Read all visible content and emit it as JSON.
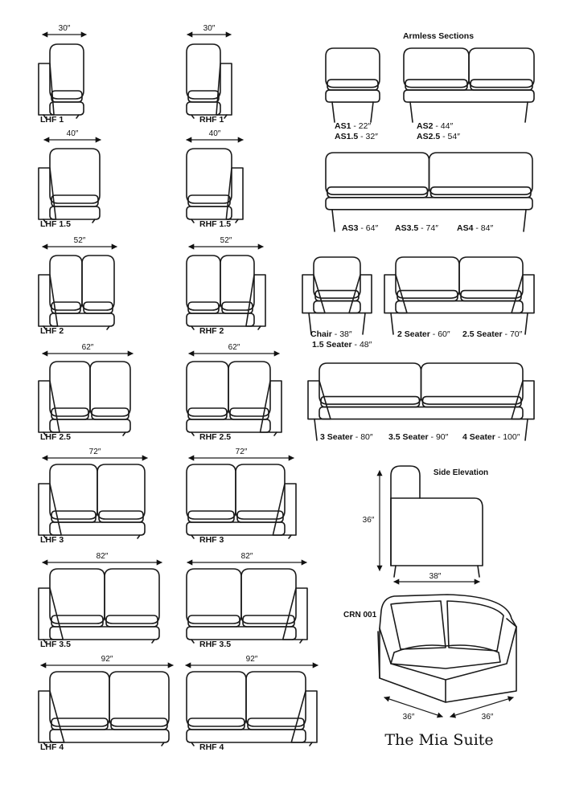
{
  "armless_heading": "Armless Sections",
  "side_elevation_heading": "Side Elevation",
  "suite_title": "The Mia Suite",
  "left_units": [
    {
      "code": "LHF 1",
      "width": "30″"
    },
    {
      "code": "LHF 1.5",
      "width": "40″"
    },
    {
      "code": "LHF 2",
      "width": "52″"
    },
    {
      "code": "LHF 2.5",
      "width": "62″"
    },
    {
      "code": "LHF 3",
      "width": "72″"
    },
    {
      "code": "LHF 3.5",
      "width": "82″"
    },
    {
      "code": "LHF 4",
      "width": "92″"
    }
  ],
  "right_units": [
    {
      "code": "RHF 1",
      "width": "30″"
    },
    {
      "code": "RHF 1.5",
      "width": "40″"
    },
    {
      "code": "RHF 2",
      "width": "52″"
    },
    {
      "code": "RHF 2.5",
      "width": "62″"
    },
    {
      "code": "RHF 3",
      "width": "72″"
    },
    {
      "code": "RHF 3.5",
      "width": "82″"
    },
    {
      "code": "RHF 4",
      "width": "92″"
    }
  ],
  "armless": {
    "as1": {
      "code": "AS1",
      "size": "22″"
    },
    "as15": {
      "code": "AS1.5",
      "size": "32″"
    },
    "as2": {
      "code": "AS2",
      "size": "44″"
    },
    "as25": {
      "code": "AS2.5",
      "size": "54″"
    },
    "as3": {
      "code": "AS3",
      "size": "64″"
    },
    "as35": {
      "code": "AS3.5",
      "size": "74″"
    },
    "as4": {
      "code": "AS4",
      "size": "84″"
    }
  },
  "seaters": {
    "chair": {
      "code": "Chair",
      "size": "38″"
    },
    "chair15": {
      "code": "1.5 Seater",
      "size": "48″"
    },
    "s2": {
      "code": "2 Seater",
      "size": "60″"
    },
    "s25": {
      "code": "2.5 Seater",
      "size": "70″"
    },
    "s3": {
      "code": "3 Seater",
      "size": "80″"
    },
    "s35": {
      "code": "3.5 Seater",
      "size": "90″"
    },
    "s4": {
      "code": "4 Seater",
      "size": "100″"
    }
  },
  "elevation": {
    "height": "36″",
    "depth": "38″"
  },
  "corner": {
    "code": "CRN 001",
    "side_a": "36″",
    "side_b": "36″"
  },
  "dash": "-"
}
